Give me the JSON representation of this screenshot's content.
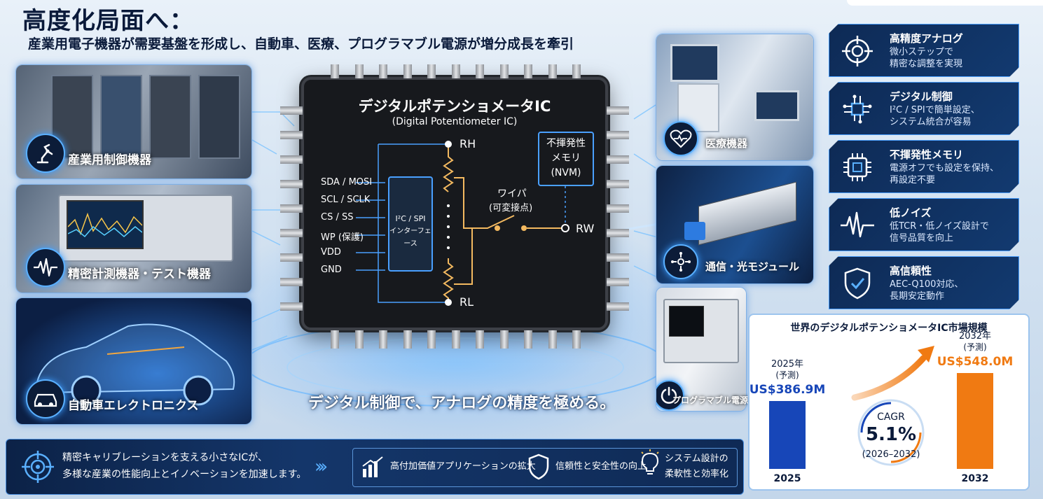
{
  "header": {
    "title": "高度化局面へ：",
    "subtitle": "産業用電子機器が需要基盤を形成し、自動車、医療、プログラマブル電源が増分成長を牽引"
  },
  "left_panels": [
    {
      "label": "産業用制御機器",
      "icon": "robot-arm-icon"
    },
    {
      "label": "精密計測機器・テスト機器",
      "icon": "waveform-icon"
    },
    {
      "label": "自動車エレクトロニクス",
      "icon": "car-icon"
    }
  ],
  "right_panels": [
    {
      "label": "医療機器",
      "icon": "heart-pulse-icon"
    },
    {
      "label": "通信・光モジュール",
      "icon": "network-icon"
    },
    {
      "label": "プログラマブル電源",
      "icon": "power-icon"
    }
  ],
  "chip": {
    "title": "デジタルポテンショメータIC",
    "subtitle": "(Digital Potentiometer IC)",
    "signals": [
      "SDA / MOSI",
      "SCL / SCLK",
      "CS / SS",
      "WP (保護)",
      "VDD",
      "GND"
    ],
    "interface_line1": "I²C / SPI",
    "interface_line2": "インターフェース",
    "rh": "RH",
    "rl": "RL",
    "rw": "RW",
    "wiper_line1": "ワイパ",
    "wiper_line2": "(可変接点)",
    "nvm_line1": "不揮発性",
    "nvm_line2": "メモリ",
    "nvm_line3": "(NVM)"
  },
  "tagline": "デジタル制御で、アナログの精度を極める。",
  "features": [
    {
      "title": "高精度アナログ",
      "line1": "微小ステップで",
      "line2": "精密な調整を実現",
      "icon": "target-icon"
    },
    {
      "title": "デジタル制御",
      "line1": "I²C / SPIで簡単設定、",
      "line2": "システム統合が容易",
      "icon": "circuit-icon"
    },
    {
      "title": "不揮発性メモリ",
      "line1": "電源オフでも設定を保持、",
      "line2": "再設定不要",
      "icon": "chip-icon"
    },
    {
      "title": "低ノイズ",
      "line1": "低TCR・低ノイズ設計で",
      "line2": "信号品質を向上",
      "icon": "waveform-icon"
    },
    {
      "title": "高信頼性",
      "line1": "AEC-Q100対応、",
      "line2": "長期安定動作",
      "icon": "shield-check-icon"
    }
  ],
  "bottom": {
    "line1": "精密キャリブレーションを支える小さなICが、",
    "line2": "多様な産業の性能向上とイノベーションを加速します。",
    "item1": "高付加価値アプリケーションの拡大",
    "item2": "信頼性と安全性の向上",
    "item3_line1": "システム設計の",
    "item3_line2": "柔軟性と効率化"
  },
  "market": {
    "title": "世界のデジタルポテンショメータIC市場規模",
    "bars": [
      {
        "year_label": "2025年",
        "note": "(予測)",
        "value_label": "US$386.9M",
        "axis": "2025",
        "value": 386.9,
        "color": "#1746b8"
      },
      {
        "year_label": "2032年",
        "note": "(予測)",
        "value_label": "US$548.0M",
        "axis": "2032",
        "value": 548.0,
        "color": "#f07a12"
      }
    ],
    "cagr_label": "CAGR",
    "cagr_value": "5.1%",
    "cagr_period": "(2026–2032)"
  },
  "colors": {
    "accent": "#4aa0ff",
    "navy": "#0e2a55",
    "orange": "#f07a12",
    "blue": "#1746b8"
  }
}
